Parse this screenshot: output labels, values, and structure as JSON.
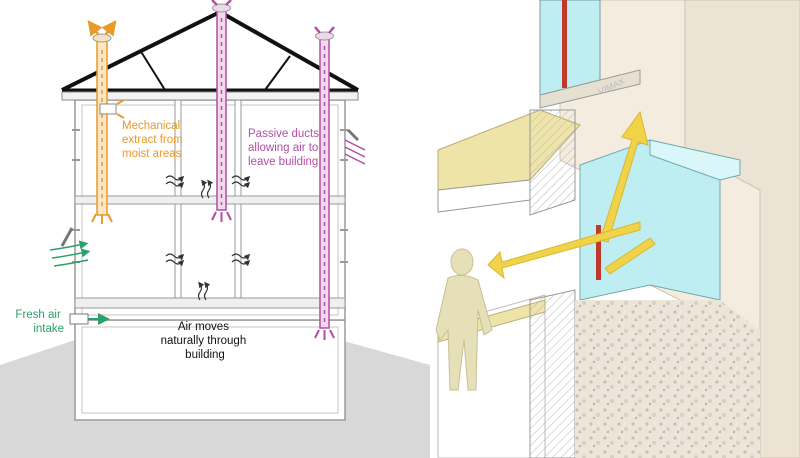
{
  "left_diagram": {
    "labels": {
      "mechanical": [
        "Mechanical",
        "extract from",
        "moist areas"
      ],
      "passive": [
        "Passive ducts",
        "allowing air to",
        "leave building"
      ],
      "fresh": [
        "Fresh air",
        "intake"
      ],
      "air_moves": [
        "Air moves",
        "naturally through",
        "building"
      ]
    }
  },
  "right_diagram": {
    "watermark": "VIMAX"
  },
  "colors": {
    "mechanical": "#e89a2a",
    "passive": "#b04fa3",
    "fresh": "#2aa06a",
    "text": "#111111",
    "glass": "#bfeef2",
    "wall": "#f3ecdf",
    "sand": "#efe4a8",
    "person": "#e5e0b8",
    "arrow": "#f1d34a"
  }
}
